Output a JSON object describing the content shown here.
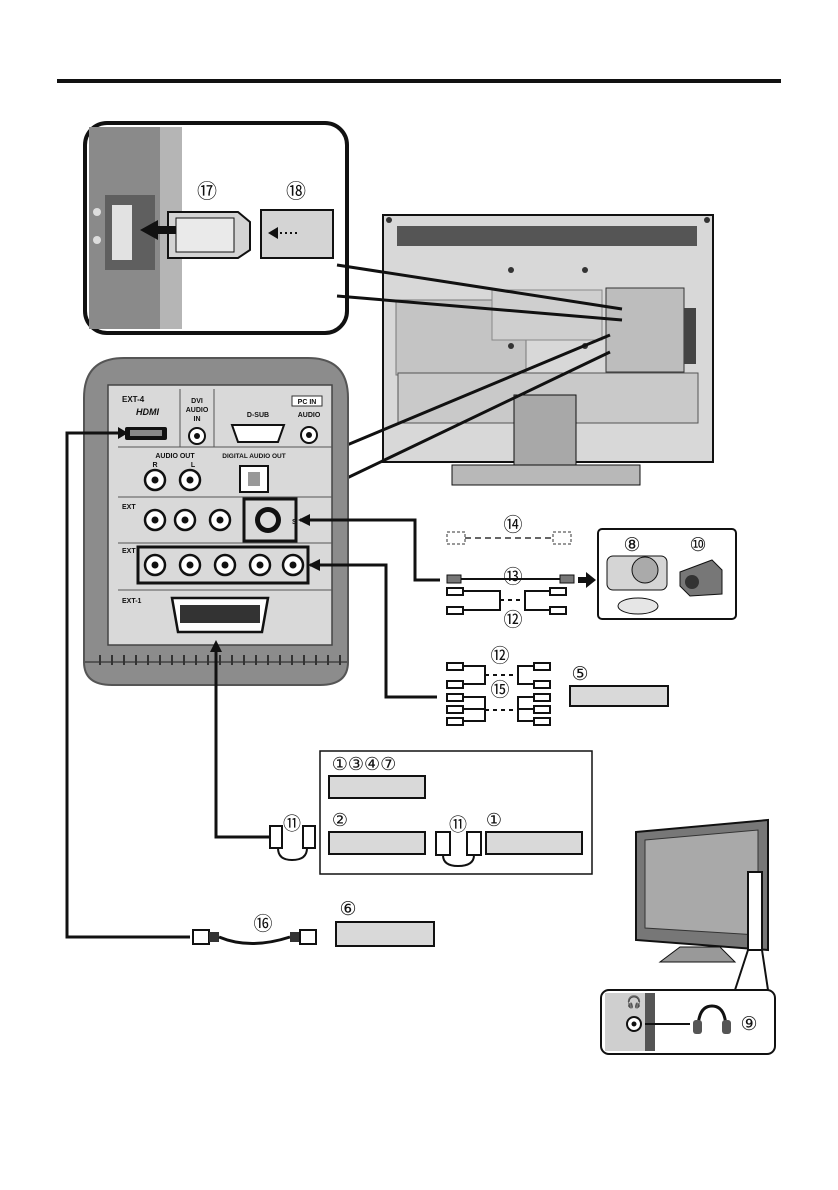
{
  "callouts": {
    "c17": "⑰",
    "c18": "⑱",
    "c14": "⑭",
    "c13": "⑬",
    "c12a": "⑫",
    "c8": "⑧",
    "c10": "⑩",
    "c12b": "⑫",
    "c15": "⑮",
    "c5": "⑤",
    "c1347": "①③④⑦",
    "c2": "②",
    "c11a": "⑪",
    "c11b": "⑪",
    "c1": "①",
    "c16": "⑯",
    "c6": "⑥",
    "c9": "⑨"
  },
  "panel": {
    "ext4": "EXT-4",
    "hdmi": "HDMI",
    "dvi": "DVI",
    "audio": "AUDIO",
    "in": "IN",
    "pc_in": "PC IN",
    "dsub": "D-SUB",
    "pc_audio": "AUDIO",
    "audio_out": "AUDIO OUT",
    "r": "R",
    "l": "L",
    "digital_audio_out": "DIGITAL AUDIO OUT",
    "ext_a": "EXT",
    "ext_b": "EXT",
    "s": "S",
    "ext1": "EXT-1"
  },
  "colors": {
    "line": "#111111",
    "panel_bg": "#c8c8c8",
    "dark": "#6e6e6e",
    "device": "#d9d9d9"
  }
}
